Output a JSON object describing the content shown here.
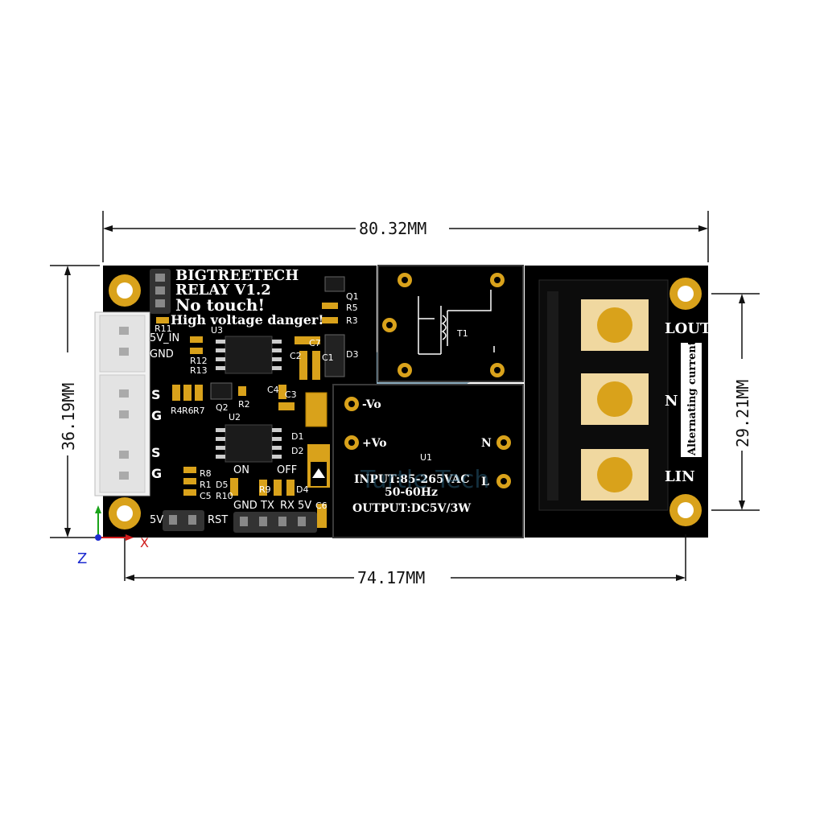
{
  "dimensions": {
    "top_width": "80.32MM",
    "bottom_width": "74.17MM",
    "left_height": "36.19MM",
    "right_height": "29.21MM"
  },
  "axes": {
    "x": "X",
    "z": "Z"
  },
  "board": {
    "brand": "BIGTREETECH",
    "model": "RELAY V1.2",
    "warning1": "No touch!",
    "warning2": "High voltage danger!"
  },
  "connector_labels": {
    "power_in": "5V_IN",
    "gnd": "GND",
    "s1": "S",
    "g1": "G",
    "s2": "S",
    "g2": "G"
  },
  "bottom_labels": {
    "five_v": "5V",
    "rst": "RST",
    "gnd": "GND",
    "tx": "TX",
    "rx": "RX",
    "five_v2": "5V",
    "on": "ON",
    "off": "OFF"
  },
  "refdes": [
    "R11",
    "U3",
    "R12",
    "R13",
    "Q1",
    "R5",
    "R3",
    "C7",
    "C2",
    "C1",
    "D3",
    "R4",
    "R6",
    "R7",
    "Q2",
    "R2",
    "U2",
    "C4",
    "C3",
    "D1",
    "D2",
    "R8",
    "R1",
    "C5",
    "D5",
    "R10",
    "R9",
    "D4",
    "C6",
    "T1",
    "U1"
  ],
  "power_module": {
    "neg_vo": "-Vo",
    "pos_vo": "+Vo",
    "n": "N",
    "l": "L",
    "input": "INPUT:85-265VAC",
    "freq": "50-60Hz",
    "output": "OUTPUT:DC5V/3W"
  },
  "terminal": {
    "lout": "LOUT",
    "n": "N",
    "lin": "LIN",
    "side_label": "Alternating current"
  },
  "watermark": "Turtle Tech"
}
